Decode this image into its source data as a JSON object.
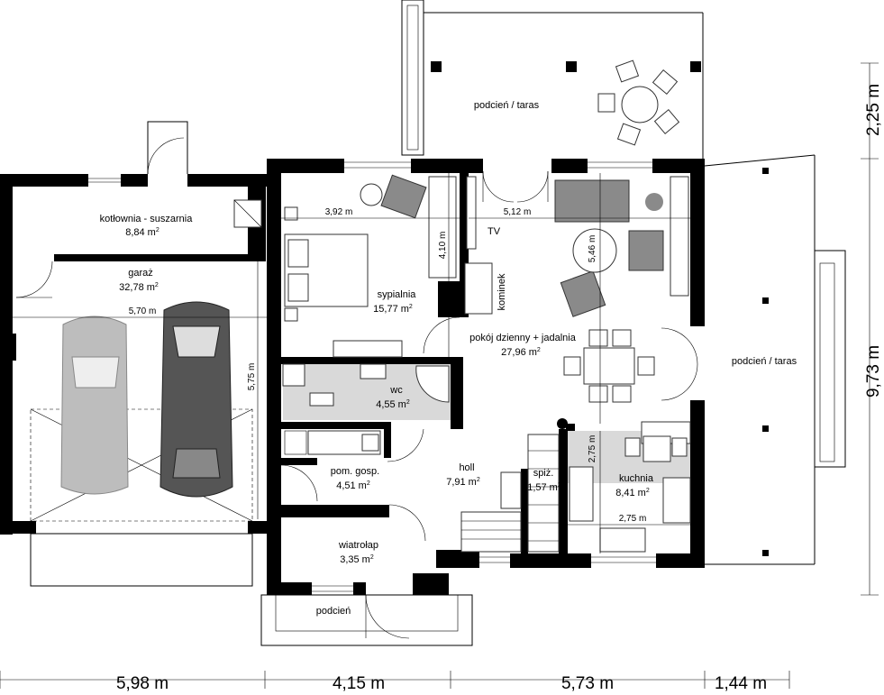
{
  "rooms": {
    "kotlownia": {
      "name": "kotłownia - suszarnia",
      "area": "8,84 m",
      "sup": "2"
    },
    "garaz": {
      "name": "garaż",
      "area": "32,78 m",
      "sup": "2"
    },
    "sypialnia": {
      "name": "sypialnia",
      "area": "15,77 m",
      "sup": "2"
    },
    "wc": {
      "name": "wc",
      "area": "4,55 m",
      "sup": "2"
    },
    "pokoj": {
      "name": "pokój dzienny + jadalnia",
      "area": "27,96 m",
      "sup": "2"
    },
    "pom_gosp": {
      "name": "pom. gosp.",
      "area": "4,51 m",
      "sup": "2"
    },
    "holl": {
      "name": "holl",
      "area": "7,91 m",
      "sup": "2"
    },
    "spiz": {
      "name": "spiż.",
      "area": "1,57 m",
      "sup": "2"
    },
    "kuchnia": {
      "name": "kuchnia",
      "area": "8,41 m",
      "sup": "2"
    },
    "wiatrolap": {
      "name": "wiatrołap",
      "area": "3,35 m",
      "sup": "2"
    },
    "podcien": {
      "name": "podcień"
    },
    "taras_top": {
      "name": "podcień / taras"
    },
    "taras_right": {
      "name": "podcień / taras"
    }
  },
  "fixtures": {
    "tv": "TV",
    "kominek": "kominek"
  },
  "inner_dims": {
    "garage_width": "5,70 m",
    "garage_depth": "5,75 m",
    "bedroom_width": "3,92 m",
    "bedroom_depth": "4,10 m",
    "living_width": "5,12 m",
    "living_depth": "5,46 m",
    "kitchen_depth": "2,75 m",
    "kitchen_width": "2,75 m"
  },
  "outer_dims": {
    "bottom": [
      "5,98 m",
      "4,15 m",
      "5,73 m",
      "1,44 m"
    ],
    "right": [
      "2,25 m",
      "9,73 m"
    ]
  },
  "colors": {
    "wall": "#000000",
    "furniture": "#8a8a8a",
    "wet_room": "#d9d9d9"
  }
}
